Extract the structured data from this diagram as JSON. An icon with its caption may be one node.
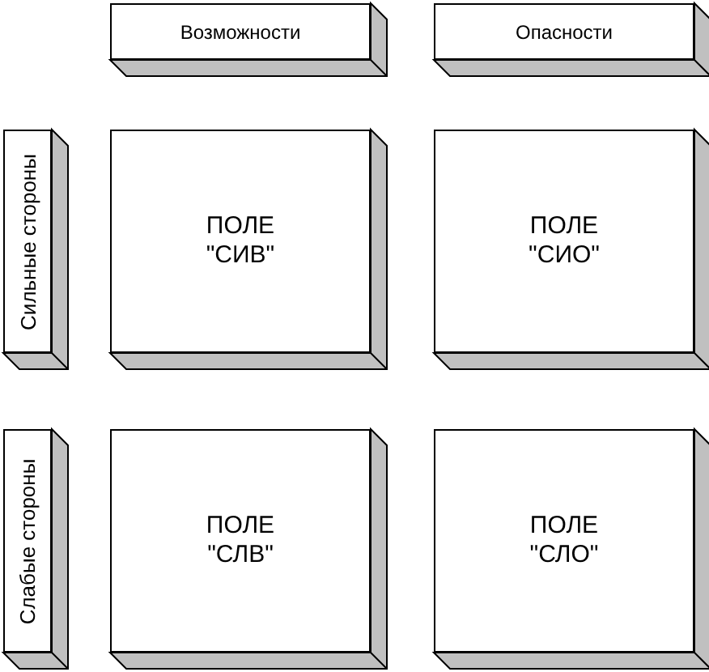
{
  "diagram": {
    "nodes": [
      {
        "text": [
          "Возможности"
        ]
      },
      {
        "text": [
          "Опасности"
        ]
      },
      {
        "text": [
          "Сильные стороны"
        ]
      },
      {
        "text": [
          "ПОЛЕ \"СИВ\""
        ]
      },
      {
        "text": [
          "ПОЛЕ \"СИО\""
        ]
      },
      {
        "text": [
          "Слабые стороны"
        ]
      },
      {
        "text": [
          "ПОЛЕ \"СЛВ\""
        ]
      },
      {
        "text": [
          "ПОЛЕ \"СЛО\""
        ]
      }
    ]
  }
}
